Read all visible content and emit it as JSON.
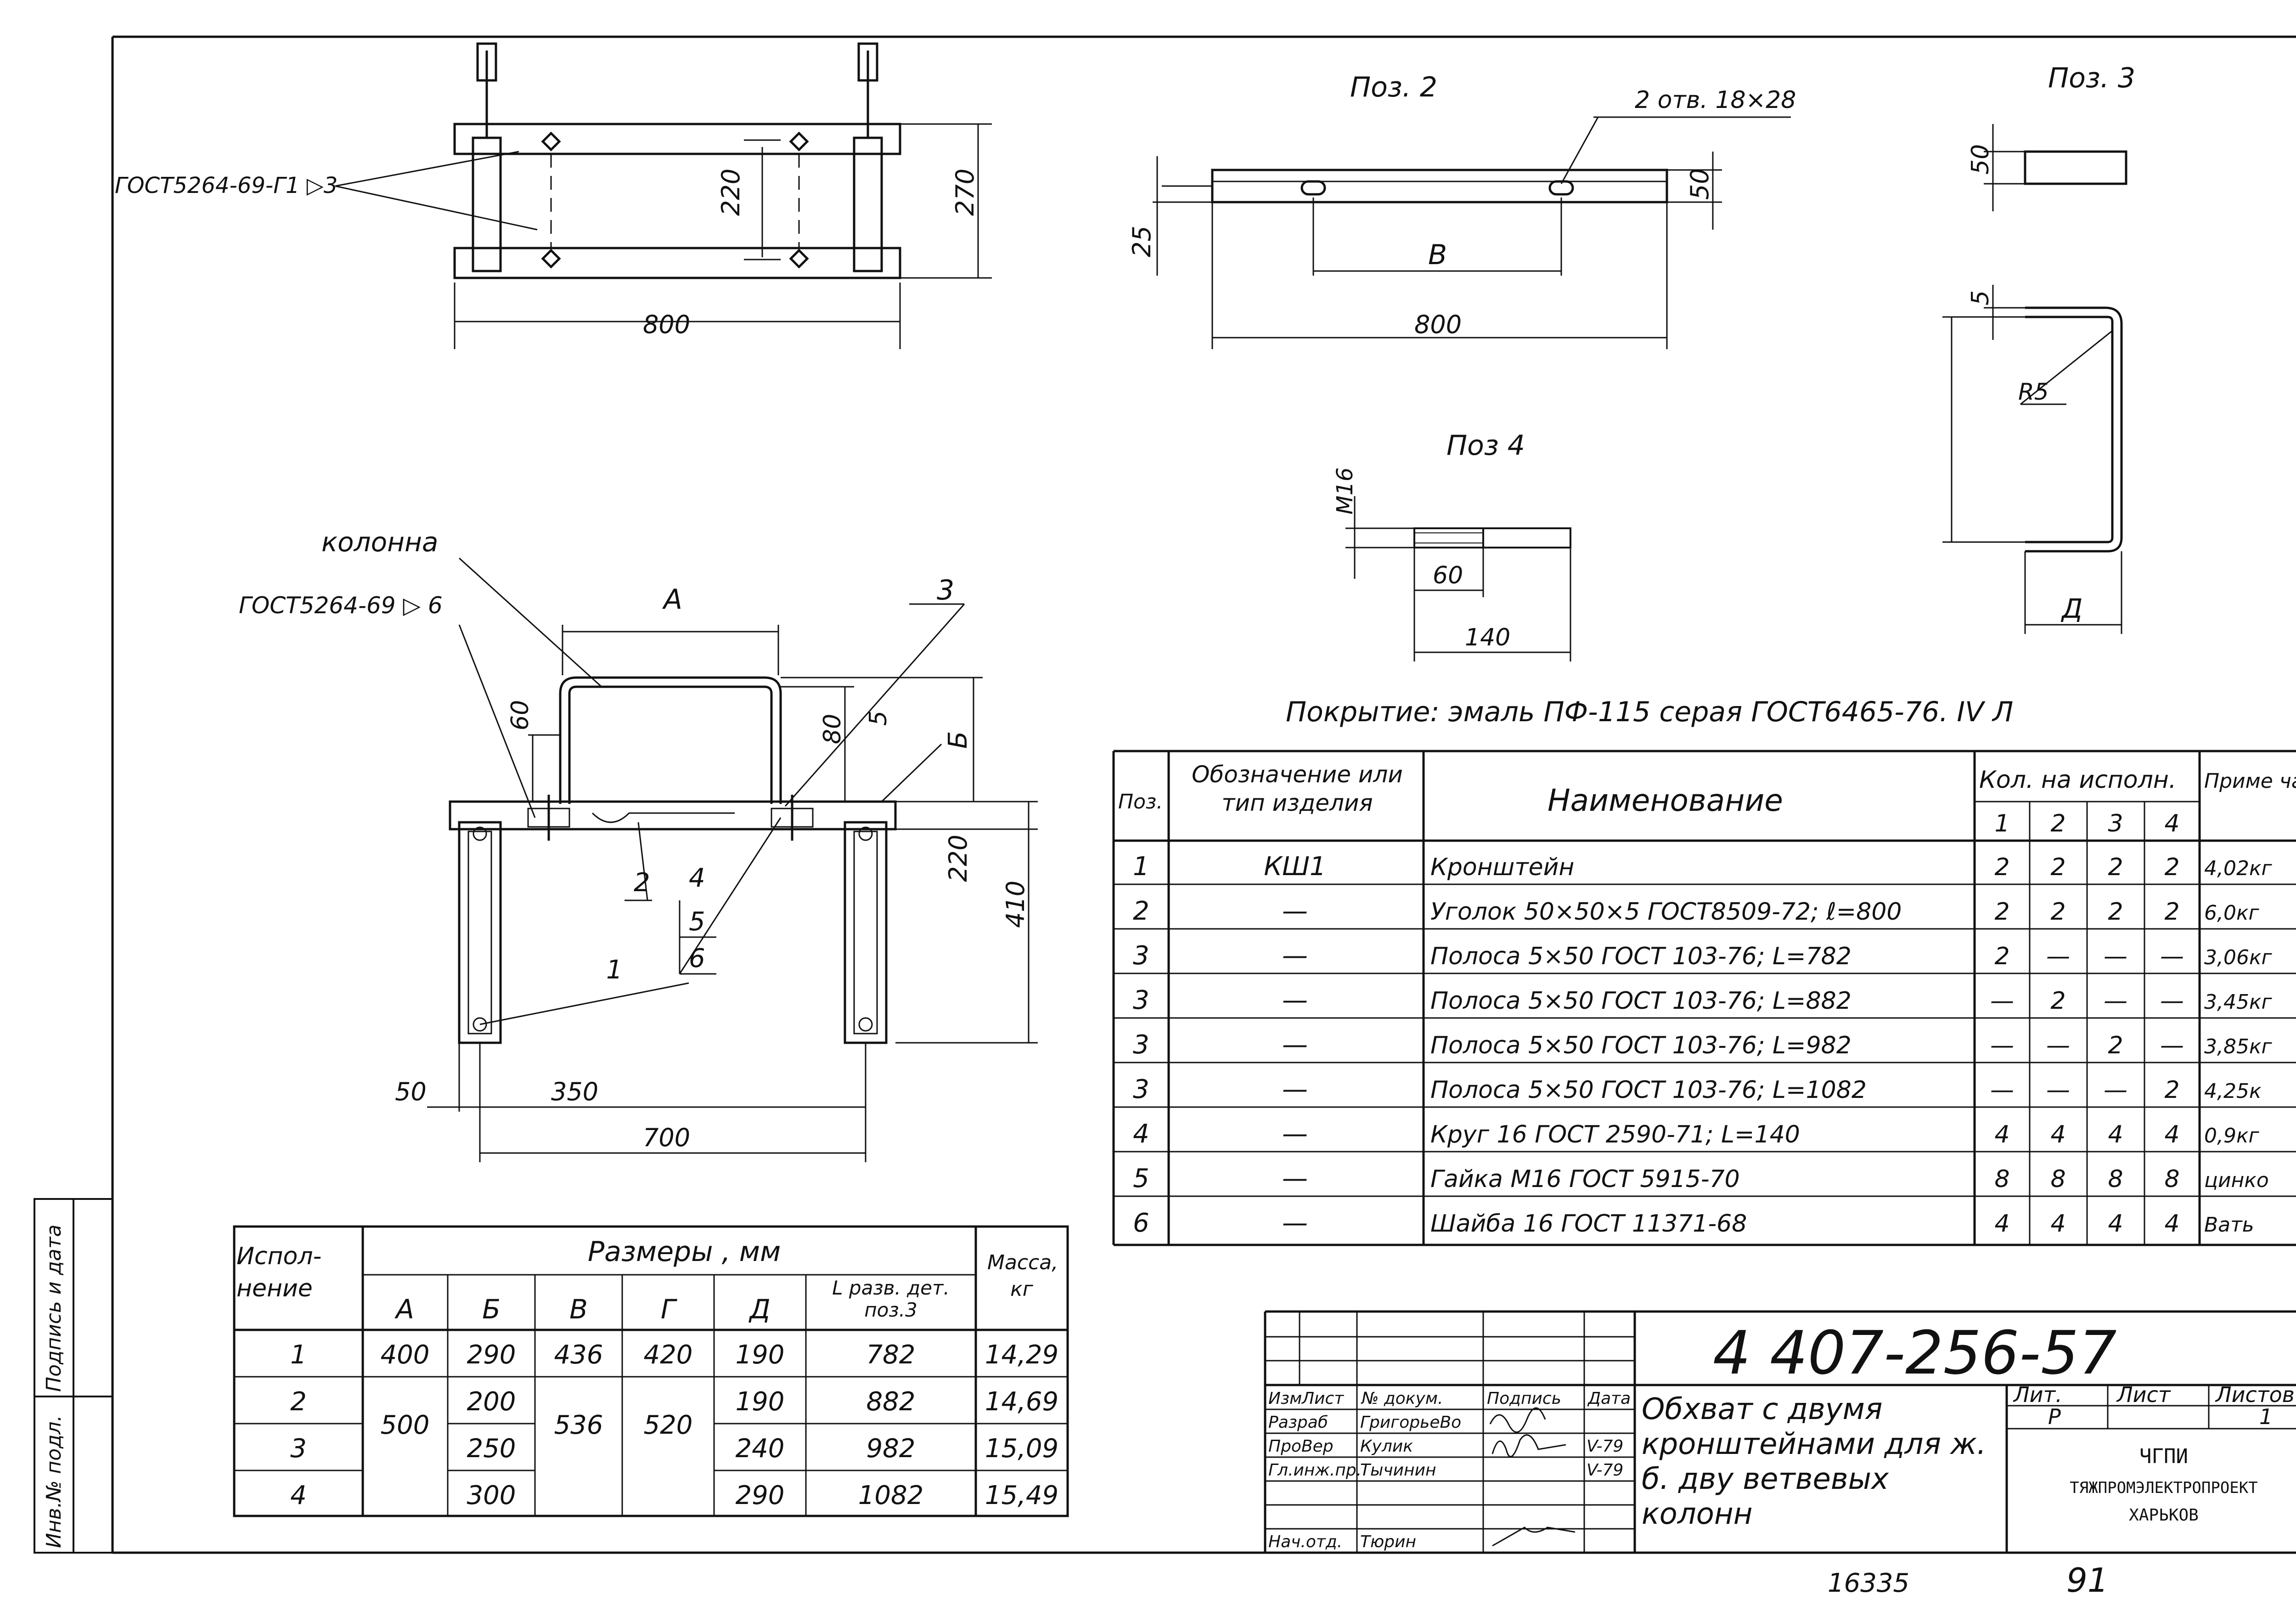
{
  "margin": {
    "inv_label": "Инв.№ подл.",
    "sign_label": "Подпись и дата"
  },
  "top_view": {
    "gost": "ГОСТ5264-69-Г1 ▷3",
    "d220": "220",
    "d270": "270",
    "d800": "800"
  },
  "pos2": {
    "title": "Поз. 2",
    "holes": "2 отв. 18×28",
    "d25": "25",
    "d50": "50",
    "dB": "В",
    "d800": "800"
  },
  "pos3": {
    "title": "Поз. 3",
    "d50": "50",
    "d5": "5",
    "R5": "R5",
    "dD": "Д"
  },
  "pos4": {
    "title": "Поз 4",
    "m16": "М16",
    "d60": "60",
    "d140": "140"
  },
  "section": {
    "kolonna": "колонна",
    "gost": "ГОСТ5264-69 ▷ 6",
    "A": "А",
    "c3": "3",
    "d60": "60",
    "d80": "80",
    "d5": "5",
    "dB": "Б",
    "d220": "220",
    "d410": "410",
    "c2": "2",
    "c4": "4",
    "c5": "5",
    "c6": "6",
    "c1": "1",
    "d50": "50",
    "d350": "350",
    "d700": "700"
  },
  "coating": "Покрытие: эмаль ПФ-115 серая ГОСТ6465-76. IV Л",
  "spec": {
    "h_pos": "Поз.",
    "h_desig": "Обозначение или тип изделия",
    "h_name": "Наименование",
    "h_qty": "Кол. на исполн.",
    "h_note": "Приме чание",
    "cols": [
      "1",
      "2",
      "3",
      "4"
    ],
    "rows": [
      {
        "pos": "1",
        "desig": "КШ1",
        "name": "Кронштейн",
        "q": [
          "2",
          "2",
          "2",
          "2"
        ],
        "note": "4,02кг"
      },
      {
        "pos": "2",
        "desig": "—",
        "name": "Уголок 50×50×5 ГОСТ8509-72; ℓ=800",
        "q": [
          "2",
          "2",
          "2",
          "2"
        ],
        "note": "6,0кг"
      },
      {
        "pos": "3",
        "desig": "—",
        "name": "Полоса 5×50 ГОСТ 103-76; L=782",
        "q": [
          "2",
          "—",
          "—",
          "—"
        ],
        "note": "3,06кг"
      },
      {
        "pos": "3",
        "desig": "—",
        "name": "Полоса 5×50 ГОСТ 103-76; L=882",
        "q": [
          "—",
          "2",
          "—",
          "—"
        ],
        "note": "3,45кг"
      },
      {
        "pos": "3",
        "desig": "—",
        "name": "Полоса 5×50 ГОСТ 103-76; L=982",
        "q": [
          "—",
          "—",
          "2",
          "—"
        ],
        "note": "3,85кг"
      },
      {
        "pos": "3",
        "desig": "—",
        "name": "Полоса 5×50 ГОСТ 103-76; L=1082",
        "q": [
          "—",
          "—",
          "—",
          "2"
        ],
        "note": "4,25к"
      },
      {
        "pos": "4",
        "desig": "—",
        "name": "Круг 16 ГОСТ 2590-71; L=140",
        "q": [
          "4",
          "4",
          "4",
          "4"
        ],
        "note": "0,9кг"
      },
      {
        "pos": "5",
        "desig": "—",
        "name": "Гайка М16 ГОСТ 5915-70",
        "q": [
          "8",
          "8",
          "8",
          "8"
        ],
        "note": "цинко"
      },
      {
        "pos": "6",
        "desig": "—",
        "name": "Шайба 16 ГОСТ 11371-68",
        "q": [
          "4",
          "4",
          "4",
          "4"
        ],
        "note": "Вать"
      }
    ]
  },
  "dims": {
    "h_isp": "Испол- нение",
    "h_sizes": "Размеры , мм",
    "h_mass": "Масса, кг",
    "cols": [
      "А",
      "Б",
      "В",
      "Г",
      "Д",
      "L разв. дет. поз.3"
    ],
    "rows": [
      {
        "isp": "1",
        "A": "400",
        "B": "290",
        "V": "436",
        "G": "420",
        "D": "190",
        "L": "782",
        "m": "14,29"
      },
      {
        "isp": "2",
        "A": "500",
        "B": "200",
        "V": "536",
        "G": "520",
        "D": "190",
        "L": "882",
        "m": "14,69"
      },
      {
        "isp": "3",
        "A": "",
        "B": "250",
        "V": "",
        "G": "",
        "D": "240",
        "L": "982",
        "m": "15,09"
      },
      {
        "isp": "4",
        "A": "",
        "B": "300",
        "V": "",
        "G": "",
        "D": "290",
        "L": "1082",
        "m": "15,49"
      }
    ]
  },
  "title_block": {
    "code": "4 407-256-57",
    "labels": [
      "Изм",
      "Лист",
      "№ докум.",
      "Подпись",
      "Дата"
    ],
    "people": [
      {
        "role": "Разраб",
        "name": "ГригорьеВо",
        "date": ""
      },
      {
        "role": "ПроВер",
        "name": "Кулик",
        "date": "V-79"
      },
      {
        "role": "Гл.инж.пр.",
        "name": "Тычинин",
        "date": "V-79"
      },
      {
        "role": "Нач.отд.",
        "name": "Тюрин",
        "date": ""
      }
    ],
    "title": "Обхват с двумя кронштейнами для ж. б. дву ветвевых колонн",
    "lit_label": "Лит.",
    "list_label": "Лист",
    "lists_label": "Листов",
    "lit": "Р",
    "list": "",
    "lists": "1",
    "org1": "ЧГПИ",
    "org2": "ТЯЖПРОМЭЛЕКТРОПРОЕКТ",
    "org3": "ХАРЬКОВ"
  },
  "footer": {
    "num": "16335",
    "page": "91"
  }
}
